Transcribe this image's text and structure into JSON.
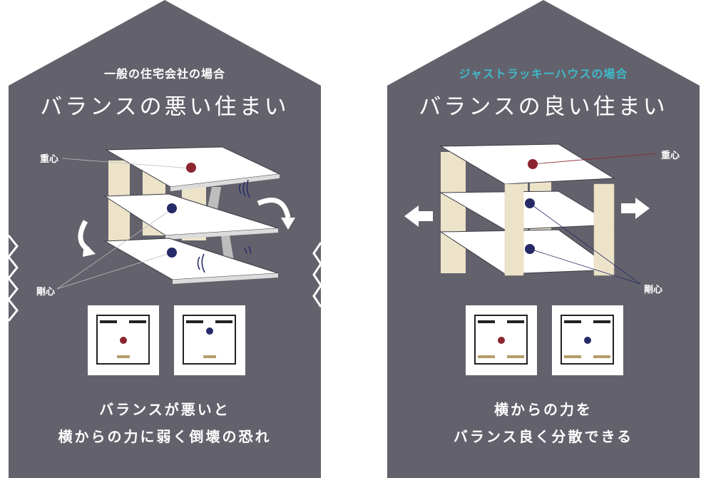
{
  "colors": {
    "panel_bg": "#63626c",
    "wall": "#ece3c9",
    "floor": "#ffffff",
    "floor_edge": "#3a3a44",
    "gravity_dot": "#8c2530",
    "rigidity_dot": "#262a66",
    "accent_text": "#3fb8c9",
    "gold_bar": "#b59d6a"
  },
  "left": {
    "subtitle": "一般の住宅会社の場合",
    "title": "バランスの悪い住まい",
    "label_gravity": "重心",
    "label_rigidity": "剛心",
    "caption_line1": "バランスが悪いと",
    "caption_line2": "横からの力に弱く倒壊の恐れ"
  },
  "right": {
    "subtitle": "ジャストラッキーハウスの場合",
    "title": "バランスの良い住まい",
    "label_gravity": "重心",
    "label_rigidity": "剛心",
    "caption_line1": "横からの力を",
    "caption_line2": "バランス良く分散できる"
  },
  "icons": [
    "rotate-arrow-icon",
    "vibration-icon",
    "zigzag-icon",
    "push-arrow-icon"
  ]
}
